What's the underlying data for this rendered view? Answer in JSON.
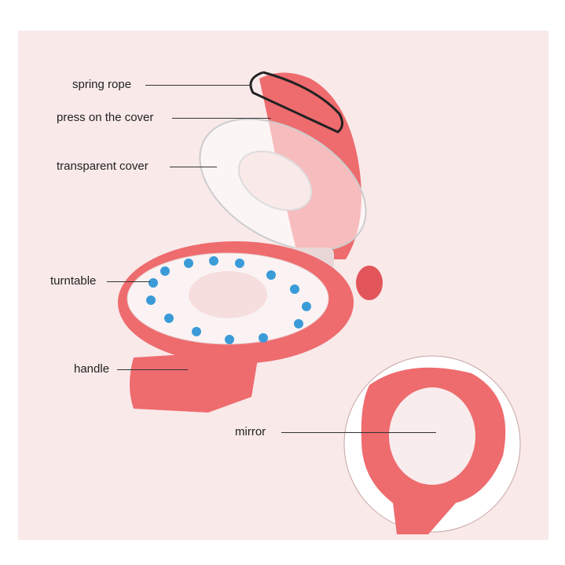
{
  "labels": {
    "spring_rope": "spring rope",
    "press_cover": "press on the cover",
    "transparent_cover": "transparent cover",
    "turntable": "turntable",
    "handle": "handle",
    "mirror": "mirror"
  },
  "colors": {
    "background": "#f9e9e9",
    "body": "#ee6b6e",
    "body_dark": "#d9484f",
    "beads": "#3b9bd8"
  }
}
